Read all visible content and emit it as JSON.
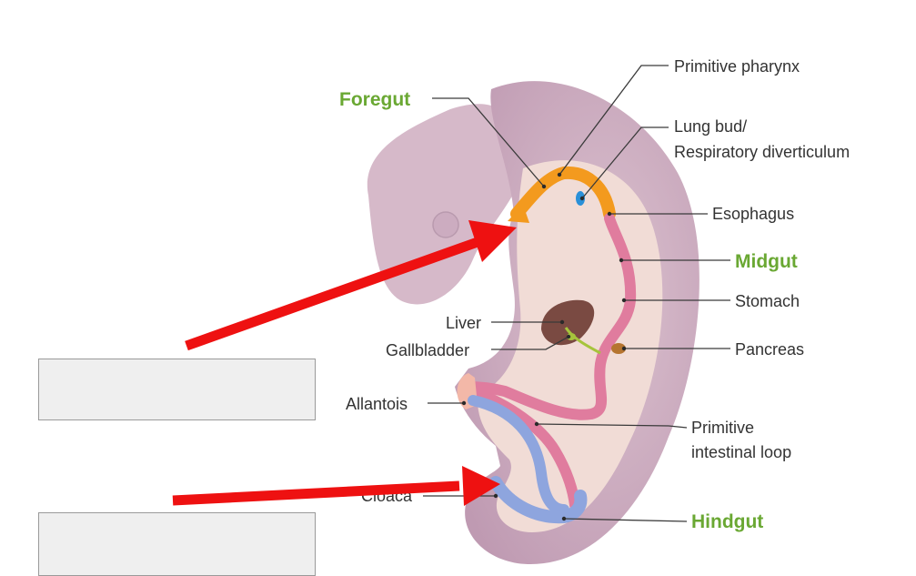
{
  "labels": {
    "foregut": "Foregut",
    "primitive_pharynx": "Primitive pharynx",
    "lung_bud_line1": "Lung bud/",
    "lung_bud_line2": "Respiratory diverticulum",
    "esophagus": "Esophagus",
    "midgut": "Midgut",
    "stomach": "Stomach",
    "liver": "Liver",
    "gallbladder": "Gallbladder",
    "pancreas": "Pancreas",
    "allantois": "Allantois",
    "primitive_intestinal_loop_line1": "Primitive",
    "primitive_intestinal_loop_line2": "intestinal loop",
    "cloaca": "Cloaca",
    "hindgut": "Hindgut"
  },
  "colors": {
    "section_label_green": "#6aa833",
    "arrow_red": "#ee1111",
    "embryo_outer": "#c9a9bd",
    "embryo_inner": "#f1dcd6",
    "foregut_orange": "#f39a1e",
    "midgut_pink": "#e07c9e",
    "hindgut_blue": "#8ea5de",
    "liver_brown": "#7a4a42",
    "bile_green": "#a6c43c",
    "lung_bud_blue": "#2a90d8",
    "answer_box_fill": "#efefef"
  },
  "answer_boxes": [
    {
      "value": ""
    },
    {
      "value": ""
    }
  ]
}
